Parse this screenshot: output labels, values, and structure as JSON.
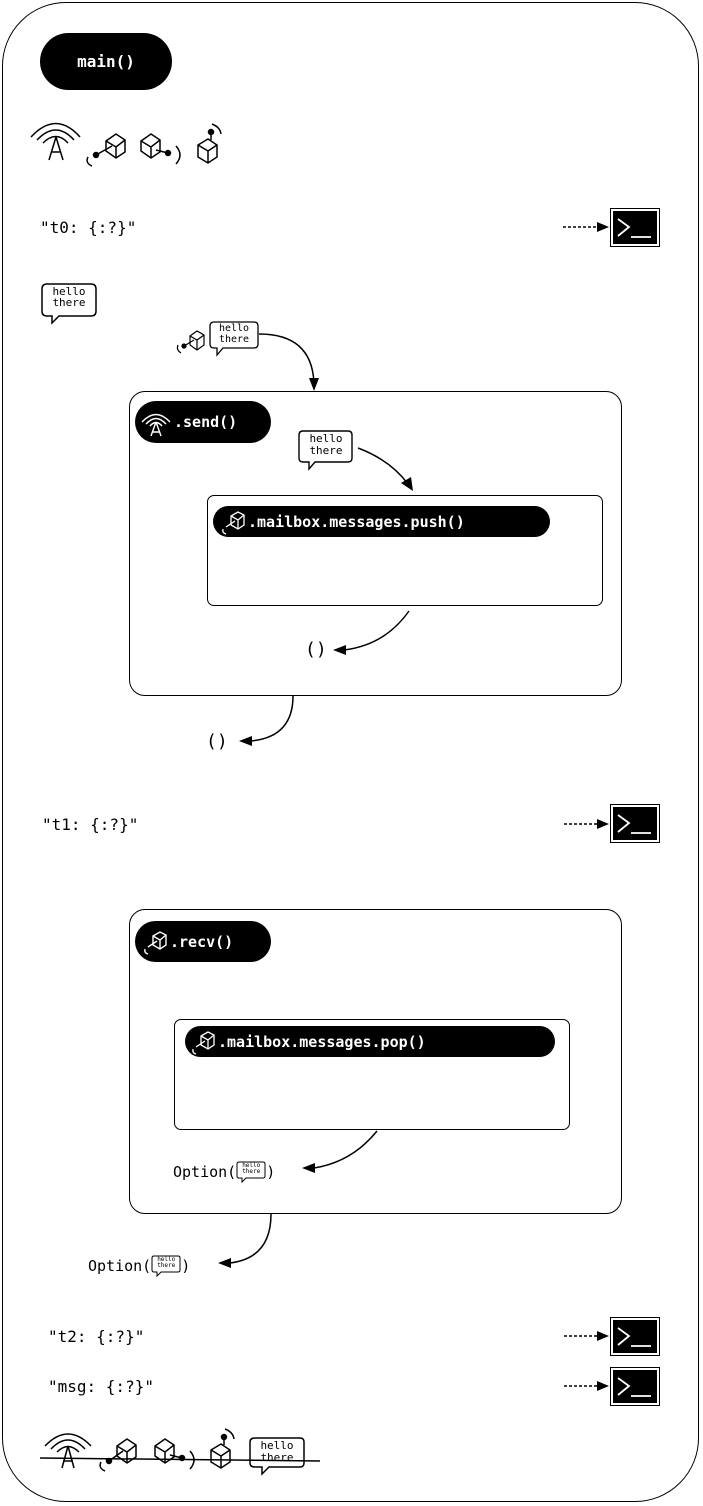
{
  "main_label": "main()",
  "prints": [
    {
      "text": "\"t0: {:?}\""
    },
    {
      "text": "\"t1: {:?}\""
    },
    {
      "text": "\"t2: {:?}\""
    },
    {
      "text": "\"msg: {:?}\""
    }
  ],
  "message": {
    "line1": "hello",
    "line2": "there"
  },
  "send": {
    "label": ".send()",
    "push_label": ".mailbox.messages.push()",
    "inner_return": "()",
    "outer_return": "()"
  },
  "recv": {
    "label": ".recv()",
    "pop_label": ".mailbox.messages.pop()",
    "inner_return_prefix": "Option(",
    "outer_return_prefix": "Option(",
    "suffix": ")"
  },
  "icons": [
    "antenna-icon",
    "box-receiver-icon",
    "box-connector-icon",
    "box-lifted-icon",
    "terminal-icon",
    "speech-bubble-icon"
  ]
}
